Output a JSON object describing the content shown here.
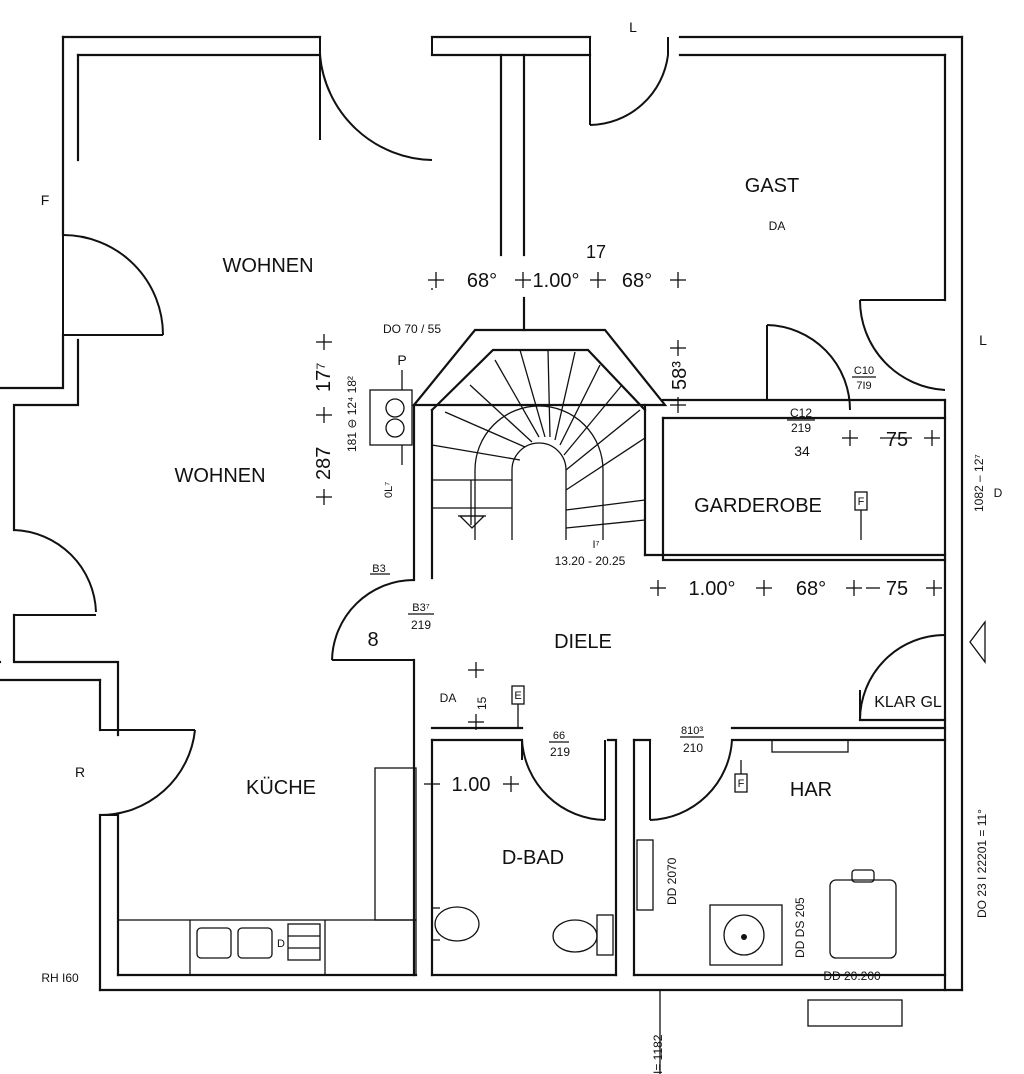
{
  "rooms": {
    "wohnen_1": "WOHNEN",
    "wohnen_2": "WOHNEN",
    "gast": "GAST",
    "gast_sub": "DA",
    "garderobe": "GARDEROBE",
    "diele": "DIELE",
    "kueche": "KÜCHE",
    "dbad": "D-BAD",
    "har": "HAR",
    "klar": "KLAR GL"
  },
  "side_marks": {
    "f": "F",
    "r": "R",
    "l_top": "L",
    "l_right": "L",
    "d_right": "D",
    "rh": "RH I60",
    "dd": "DD 20.200",
    "bottom_dim": "I= 1182"
  },
  "dimensions": {
    "seventeen": "17",
    "deg68_left": "68°",
    "m100_top": "1.00°",
    "deg68_right": "68°",
    "do7055": "DO 70 / 55",
    "p": "P",
    "d287": "287",
    "d177": "17⁷",
    "d181": "181 ⊖ 12⁴ 18²",
    "d0l": "0L⁷",
    "d583": "58³",
    "c10": "C10",
    "c10_219": "7I9",
    "c12": "C12",
    "c12_219": "219",
    "c12_34": "34",
    "m75_a": "75",
    "m75_b": "75",
    "right_vert": "1082 – 12⁷",
    "m100_mid": "1.00°",
    "deg68_mid": "68°",
    "stair": "13.20 - 20.25",
    "stair_mark": "I⁷",
    "b3": "B3",
    "b3b": "B3⁷",
    "b3b_219": "219",
    "eight": "8",
    "da15": "DA",
    "da15_n": "15",
    "d66": "66",
    "d66_219": "219",
    "b10": "810³",
    "b10_210": "210",
    "m100_kueche": "1.00",
    "dd2070": "DD 2070",
    "ddds": "DD DS 205",
    "do_right": "DO 23 I 22201 = 11°",
    "f_box_1": "F",
    "f_box_2": "F",
    "e_box": "E",
    "d_box": "D"
  }
}
